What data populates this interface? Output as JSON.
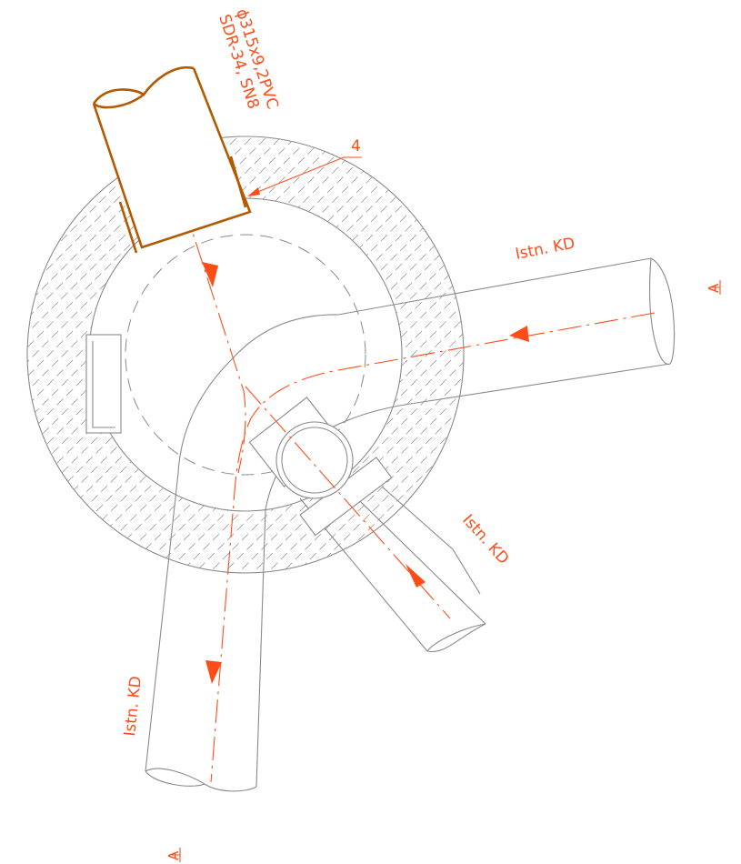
{
  "pipe_label": {
    "line1": "ϕ315x9,2PVC",
    "line2": "SDR-34, SN8"
  },
  "callout": {
    "number": "4"
  },
  "flows": {
    "upper_right": "Istn. KD",
    "lower_right": "Istn. KD",
    "outlet": "Istn. KD"
  },
  "section_marks": {
    "right": "A",
    "bottom": "A"
  },
  "colors": {
    "annotation": "#ff4d1a",
    "new_pipe": "#b35a00",
    "existing": "#8a8a8a"
  }
}
